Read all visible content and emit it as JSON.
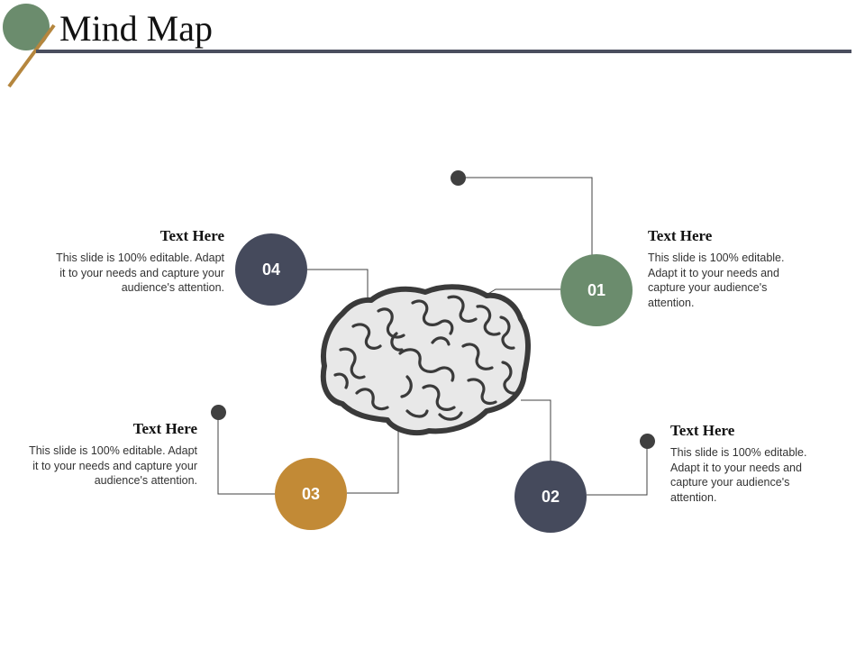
{
  "title": "Mind Map",
  "colors": {
    "green": "#6b8c6d",
    "navy": "#454a5c",
    "gold": "#c28a36",
    "dark": "#404040",
    "accent_line": "#b5863e",
    "rule": "#4a4e5e"
  },
  "center_icon": "brain-icon",
  "items": [
    {
      "number": "01",
      "heading": "Text Here",
      "body": "This slide is 100% editable. Adapt it to your needs and capture your audience's attention."
    },
    {
      "number": "02",
      "heading": "Text Here",
      "body": "This slide is 100% editable. Adapt it to your needs and capture your audience's attention."
    },
    {
      "number": "03",
      "heading": "Text Here",
      "body": "This slide is 100% editable. Adapt it to your needs and capture your audience's attention."
    },
    {
      "number": "04",
      "heading": "Text Here",
      "body": "This slide is 100% editable. Adapt it to your needs and capture your audience's attention."
    }
  ]
}
